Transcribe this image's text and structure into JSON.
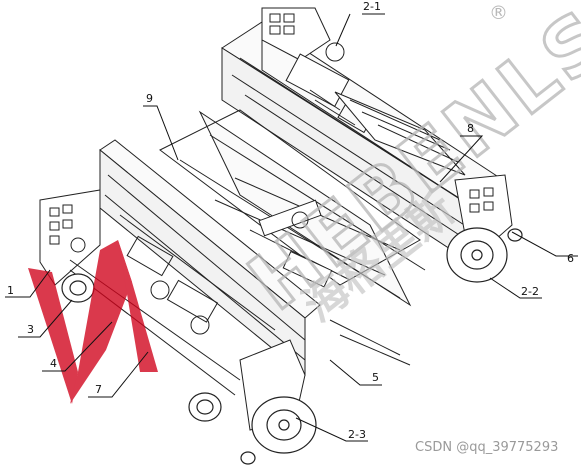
{
  "callouts": {
    "c2_1": "2-1",
    "c9": "9",
    "c8": "8",
    "c6": "6",
    "c2_2": "2-2",
    "c1": "1",
    "c3": "3",
    "c4": "4",
    "c7": "7",
    "c5": "5",
    "c2_3": "2-3"
  },
  "watermark": {
    "registered_mark": "®",
    "brand_letters": "HEBENLS",
    "brand_chinese": "海格里斯"
  },
  "credit": "CSDN @qq_39775293",
  "colors": {
    "line": "#222222",
    "logo_red": "#d0021b",
    "watermark_gray": "#b5b5b5"
  }
}
